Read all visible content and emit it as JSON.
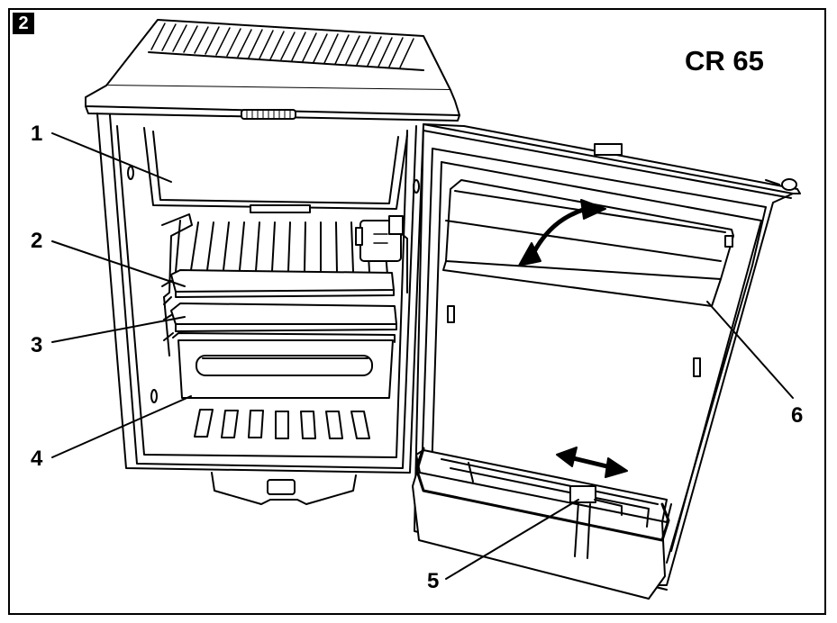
{
  "figure": {
    "number": "2",
    "model": "CR 65"
  },
  "callouts": [
    {
      "id": "1",
      "label": "1"
    },
    {
      "id": "2",
      "label": "2"
    },
    {
      "id": "3",
      "label": "3"
    },
    {
      "id": "4",
      "label": "4"
    },
    {
      "id": "5",
      "label": "5"
    },
    {
      "id": "6",
      "label": "6"
    }
  ]
}
